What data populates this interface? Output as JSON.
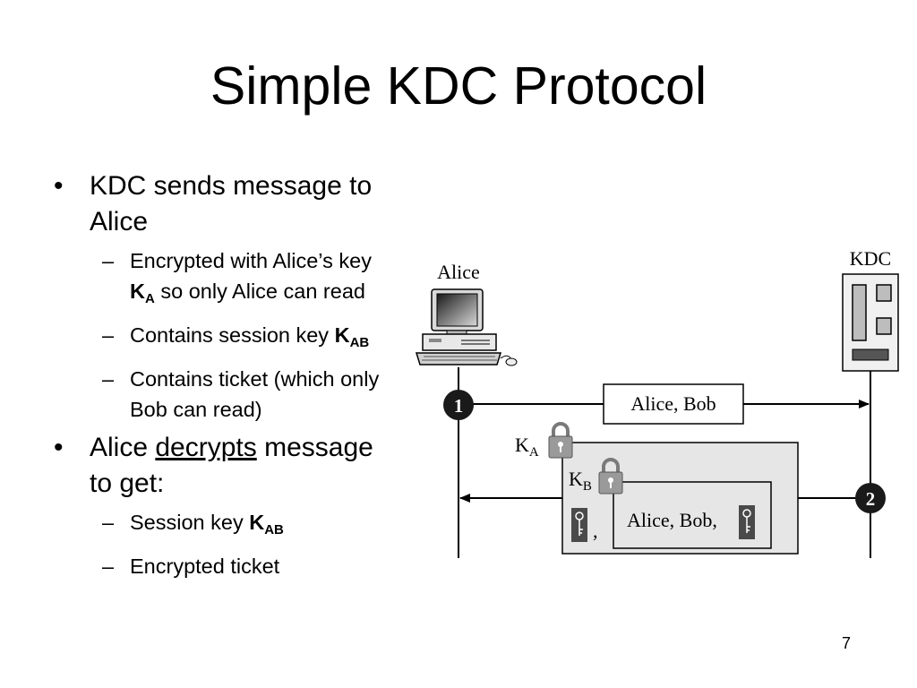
{
  "slide": {
    "title": "Simple KDC Protocol",
    "page_number": "7"
  },
  "bullets": {
    "b1": {
      "text": "KDC sends message to Alice"
    },
    "b1_s1": {
      "pre": "Encrypted with Alice’s key ",
      "key": "K",
      "key_sub": "A",
      "post": " so only Alice can read"
    },
    "b1_s2": {
      "pre": "Contains session key ",
      "key": "K",
      "key_sub": "AB"
    },
    "b1_s3": {
      "text": "Contains ticket (which only Bob can read)"
    },
    "b2": {
      "pre": "Alice ",
      "underlined": "decrypts",
      "post": " message to get:"
    },
    "b2_s1": {
      "pre": "Session key ",
      "key": "K",
      "key_sub": "AB"
    },
    "b2_s2": {
      "text": "Encrypted ticket"
    }
  },
  "diagram": {
    "alice_label": "Alice",
    "kdc_label": "KDC",
    "step1_number": "1",
    "step1_message": "Alice, Bob",
    "step2_number": "2",
    "outer_key": "K",
    "outer_key_sub": "A",
    "inner_key": "K",
    "inner_key_sub": "B",
    "comma": ",",
    "inner_message": "Alice, Bob,",
    "icons": [
      "alice-computer-icon",
      "kdc-server-icon",
      "padlock-icon",
      "key-icon"
    ],
    "colors": {
      "box_fill": "#e6e6e6",
      "key_fill": "#4a4a4a",
      "lock_fill": "#9a9a9a"
    }
  }
}
